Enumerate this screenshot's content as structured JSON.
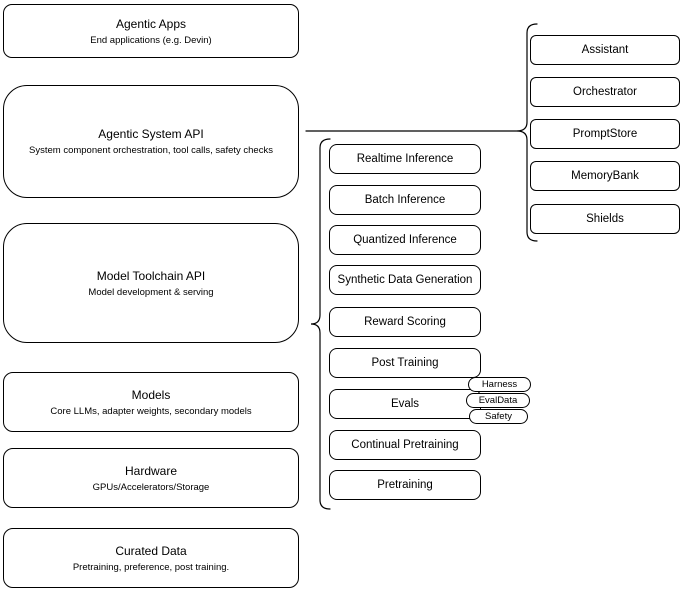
{
  "layers": [
    {
      "title": "Agentic Apps",
      "subtitle": "End applications (e.g. Devin)"
    },
    {
      "title": "Agentic System API",
      "subtitle": "System component orchestration, tool calls, safety checks"
    },
    {
      "title": "Model Toolchain API",
      "subtitle": "Model development & serving"
    },
    {
      "title": "Models",
      "subtitle": "Core LLMs, adapter weights, secondary models"
    },
    {
      "title": "Hardware",
      "subtitle": "GPUs/Accelerators/Storage"
    },
    {
      "title": "Curated Data",
      "subtitle": "Pretraining, preference, post training."
    }
  ],
  "toolchain": {
    "items": [
      "Realtime Inference",
      "Batch Inference",
      "Quantized Inference",
      "Synthetic Data Generation",
      "Reward Scoring",
      "Post Training",
      "Evals",
      "Continual Pretraining",
      "Pretraining"
    ]
  },
  "eval_tags": [
    "Harness",
    "EvalData",
    "Safety"
  ],
  "system_components": [
    "Assistant",
    "Orchestrator",
    "PromptStore",
    "MemoryBank",
    "Shields"
  ],
  "colors": {
    "stroke": "#000000",
    "background": "#ffffff",
    "text": "#000000"
  }
}
